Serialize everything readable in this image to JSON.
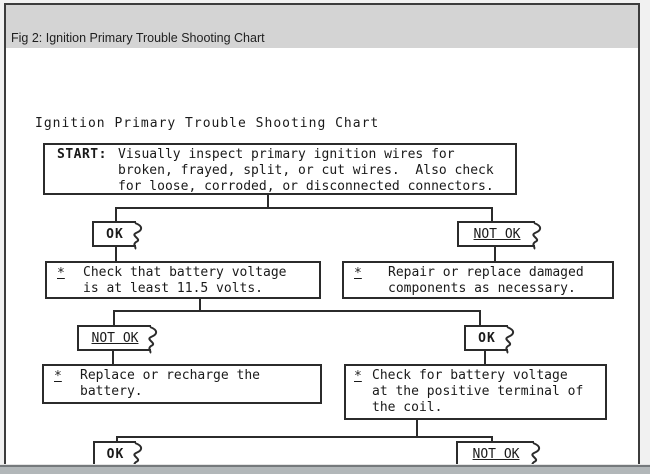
{
  "window": {
    "title": "Fig 2: Ignition Primary Trouble Shooting Chart"
  },
  "colors": {
    "frame_border": "#3c3c3c",
    "titlebar_bg": "#d4d4d4",
    "line": "#2b2b2b",
    "scrollbar": "#b2b7b9"
  },
  "flowchart": {
    "title": "Ignition Primary Trouble Shooting Chart",
    "start_box": {
      "keyword": "START:",
      "line1": "Visually inspect primary ignition wires for",
      "line2": "broken, frayed, split, or cut wires.  Also check",
      "line3": "for loose, corroded, or disconnected connectors."
    },
    "tags": {
      "row1_left": "OK",
      "row1_right": "NOT OK",
      "row2_left": "NOT OK",
      "row2_right": "OK",
      "row3_left": "OK",
      "row3_right": "NOT OK"
    },
    "boxes": {
      "battery_check": {
        "marker": "*",
        "line1": "Check that battery voltage",
        "line2": "is at least 11.5 volts."
      },
      "repair": {
        "marker": "*",
        "line1": "Repair or replace damaged",
        "line2": "components as necessary."
      },
      "replace_battery": {
        "marker": "*",
        "line1": "Replace or recharge the",
        "line2": "battery."
      },
      "coil_check": {
        "marker": "*",
        "line1": "Check for battery voltage",
        "line2": "at the positive terminal of",
        "line3": "the coil."
      }
    }
  }
}
